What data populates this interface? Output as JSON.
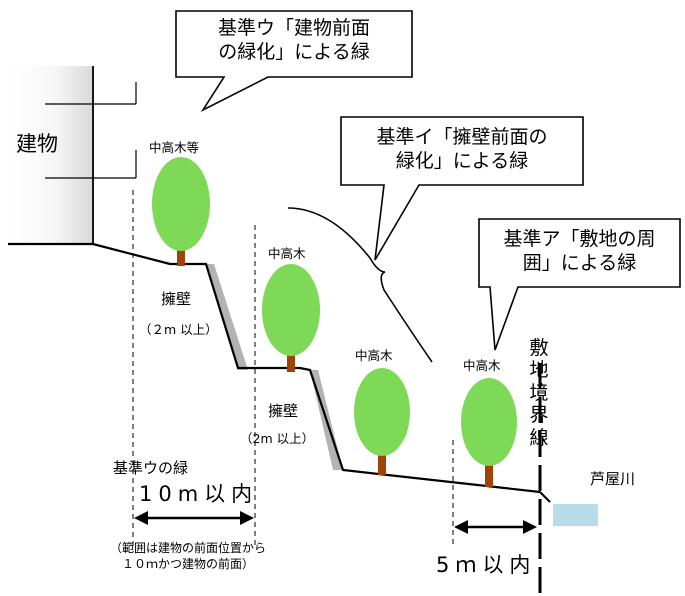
{
  "building": {
    "label": "建物"
  },
  "callouts": {
    "u": {
      "line1": "基準ウ「建物前面",
      "line2": "の緑化」による緑"
    },
    "i": {
      "line1": "基準イ「擁壁前面の",
      "line2": "緑化」による緑"
    },
    "a": {
      "line1": "基準ア「敷地の周",
      "line2": "囲」による緑"
    }
  },
  "trees": [
    {
      "label": "中高木等"
    },
    {
      "label": "中高木"
    },
    {
      "label": "中高木"
    },
    {
      "label": "中高木"
    }
  ],
  "walls": [
    {
      "label": "擁壁",
      "note": "（２m 以上）"
    },
    {
      "label": "擁壁",
      "note": "（2m 以上）"
    }
  ],
  "boundary": {
    "label": "敷地境界線"
  },
  "river": {
    "label": "芦屋川"
  },
  "dim_u": {
    "title": "基準ウの緑",
    "value": "10m以内",
    "note": "（範囲は建物の前面位置から１０ｍかつ建物の前面）"
  },
  "dim_a": {
    "value": "5ｍ以内"
  },
  "colors": {
    "tree_fill": "#7ed957",
    "trunk": "#a0430a",
    "wall": "#b3b3b3",
    "river": "#b9dde8",
    "building_edge": "#d9d9d9"
  }
}
